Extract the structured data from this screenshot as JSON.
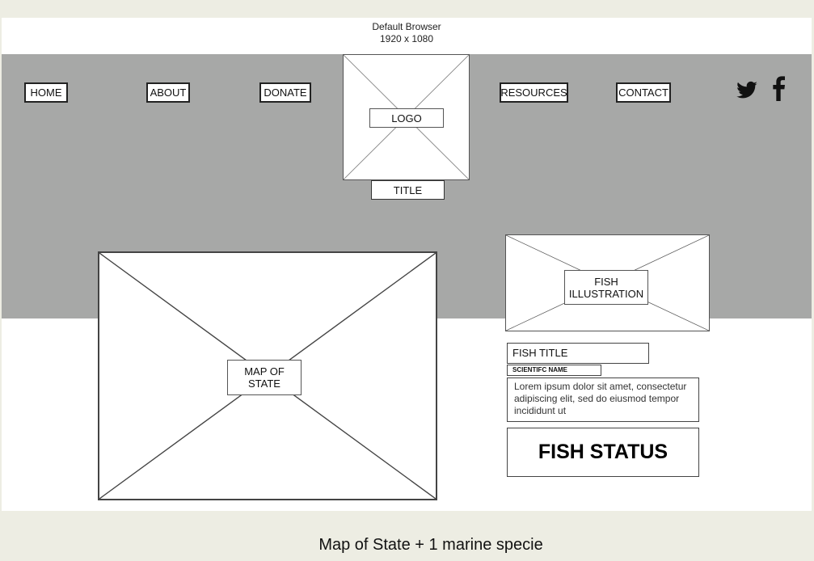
{
  "header": {
    "line1": "Default  Browser",
    "line2": "1920 x 1080"
  },
  "nav": {
    "home": "HOME",
    "about": "ABOUT",
    "donate": "DONATE",
    "resources": "RESOURCES",
    "contact": "CONTACT"
  },
  "logo": {
    "label": "LOGO"
  },
  "title": {
    "label": "TITLE"
  },
  "social": {
    "twitter": "twitter-icon",
    "facebook": "facebook-icon"
  },
  "map": {
    "label_line1": "MAP OF",
    "label_line2": "STATE"
  },
  "fish": {
    "illustration_line1": "FISH",
    "illustration_line2": "ILLUSTRATION",
    "title": "FISH TITLE",
    "scientific_name": "SCIENTIFC NAME",
    "description": "Lorem ipsum dolor sit amet, consectetur adipiscing elit, sed do eiusmod tempor incididunt ut",
    "status": "FISH STATUS"
  },
  "caption": "Map of State + 1 marine specie"
}
